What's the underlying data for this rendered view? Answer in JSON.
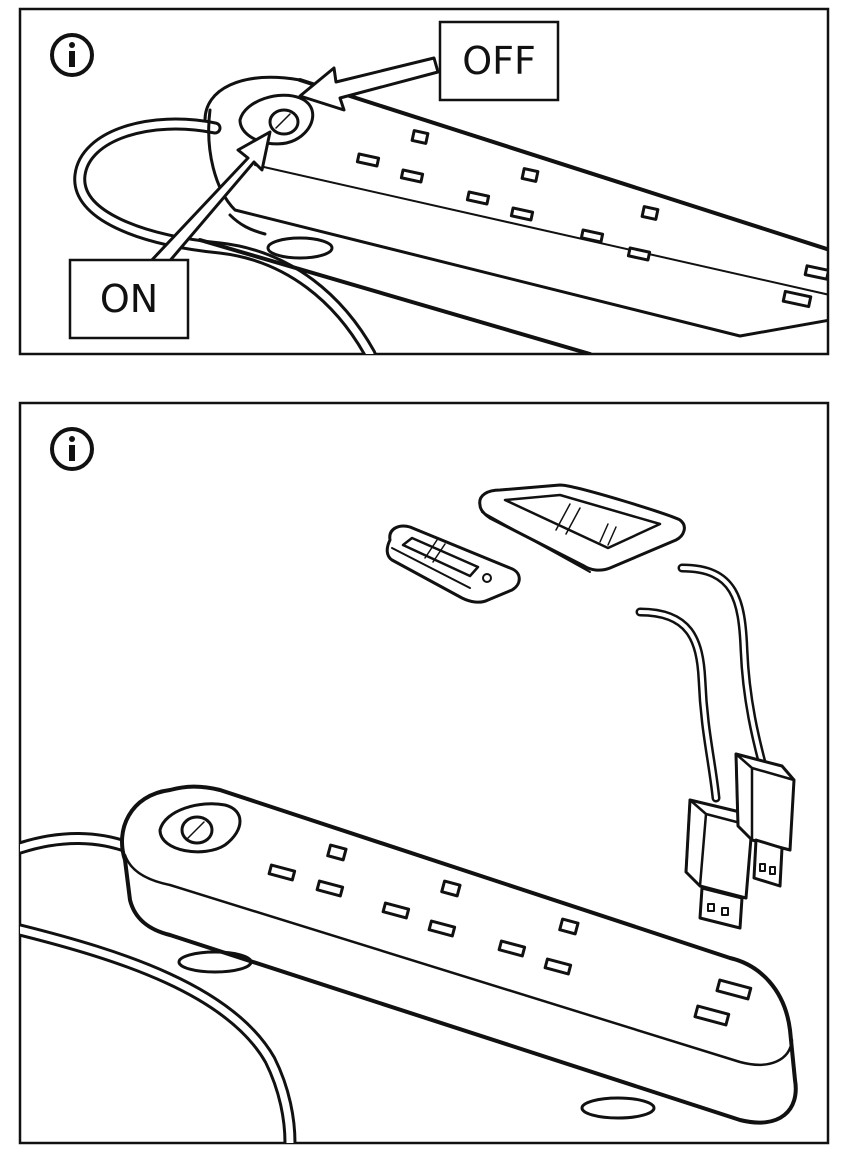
{
  "panels": [
    {
      "info_icon": "info-icon",
      "callouts": {
        "off_label": "OFF",
        "on_label": "ON"
      }
    },
    {
      "info_icon": "info-icon",
      "devices": [
        "smartphone",
        "tablet",
        "usb-cable-a",
        "usb-cable-b"
      ]
    }
  ],
  "colors": {
    "line": "#111111",
    "background": "#ffffff"
  }
}
